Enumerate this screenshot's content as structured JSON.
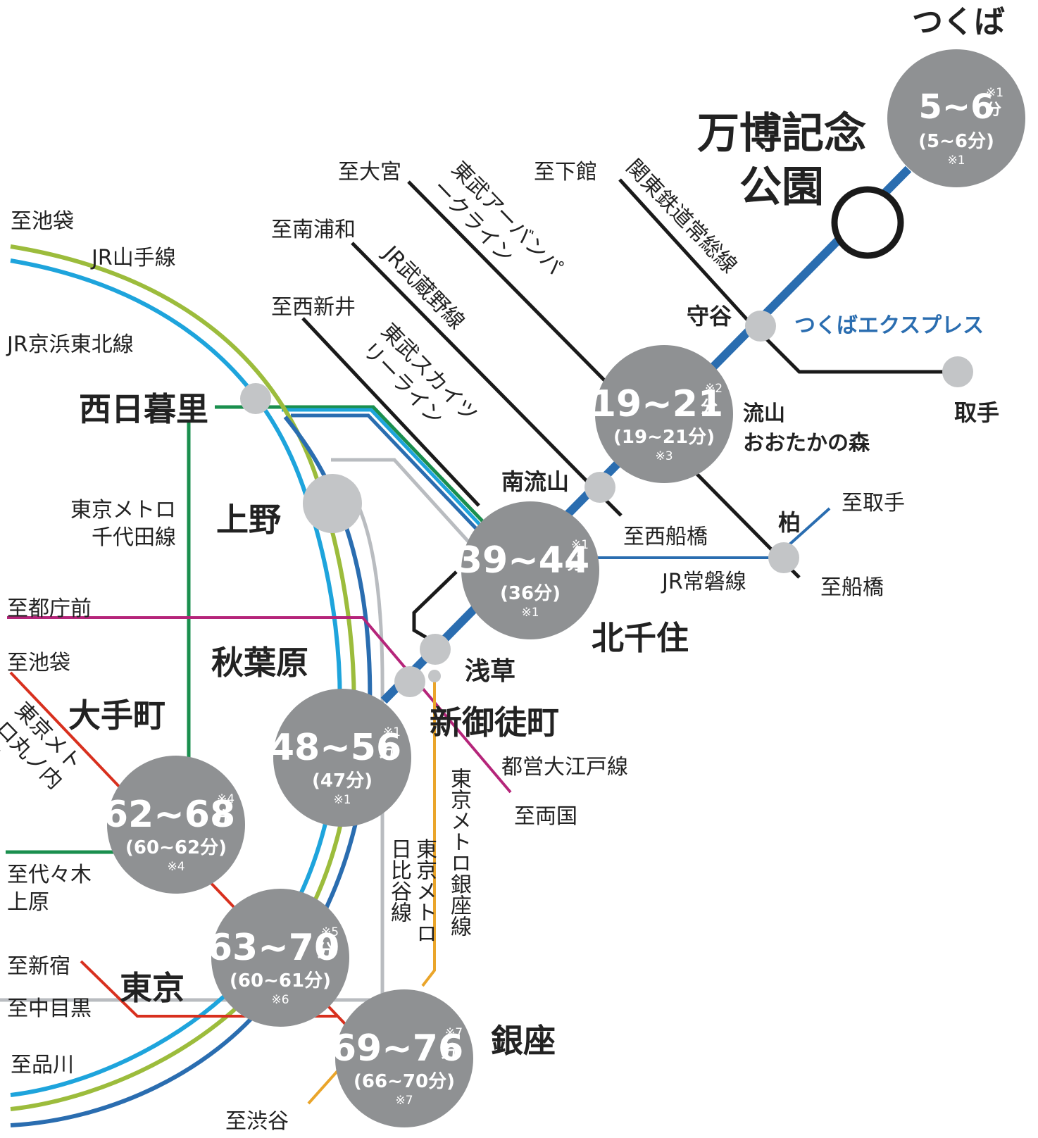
{
  "title": {
    "line1": "万博記念",
    "line2": "公園"
  },
  "tsukuba": {
    "name": "つくば",
    "time": "5~6",
    "unit": "分",
    "note_top": "※1",
    "alt": "(5~6分)",
    "note_bottom": "※1"
  },
  "lines": {
    "tx": "つくばエクスプレス",
    "kanto": "関東鉄道常総線",
    "tobu_urban": "東武アーバンパークライン",
    "musashino": "JR武蔵野線",
    "tobu_sky": "東武スカイツリーライン",
    "yamanote": "JR山手線",
    "keihin": "JR京浜東北線",
    "chiyoda": "東京メトロ千代田線",
    "joban": "JR常磐線",
    "oedo": "都営大江戸線",
    "marunouchi": "東京メトロ丸ノ内線",
    "hibiya": "東京メトロ日比谷線",
    "ginza": "東京メトロ銀座線"
  },
  "directions": {
    "omiya": "至大宮",
    "shimodate": "至下館",
    "minami_urawa": "至南浦和",
    "nishiarai": "至西新井",
    "ikebukuro_top": "至池袋",
    "toride_right": "至取手",
    "nishifunabashi": "至西船橋",
    "funabashi": "至船橋",
    "tochomae": "至都庁前",
    "ikebukuro_mid": "至池袋",
    "ryogoku": "至両国",
    "yoyogiuehara": "至代々木上原",
    "shinjuku": "至新宿",
    "nakameguro": "至中目黒",
    "shinagawa": "至品川",
    "shibuya": "至渋谷"
  },
  "stations": {
    "moriya": "守谷",
    "toride": "取手",
    "nagareyama_1": "流山",
    "nagareyama_2": "おおたかの森",
    "minami_nagareyama": "南流山",
    "kashiwa": "柏",
    "kitasenju": "北千住",
    "asakusa": "浅草",
    "shinokachimachi": "新御徒町",
    "nishinippori": "西日暮里",
    "ueno": "上野",
    "akihabara": "秋葉原",
    "otemachi": "大手町",
    "tokyo": "東京",
    "ginza": "銀座"
  },
  "times": {
    "nagareyama": {
      "time": "19~21",
      "unit": "分",
      "note_top": "※2",
      "alt": "(19~21分)",
      "note_bottom": "※3"
    },
    "kitasenju": {
      "time": "39~44",
      "unit": "分",
      "note_top": "※1",
      "alt": "(36分)",
      "note_bottom": "※1"
    },
    "shinokachimachi": {
      "time": "48~56",
      "unit": "分",
      "note_top": "※1",
      "alt": "(47分)",
      "note_bottom": "※1"
    },
    "otemachi": {
      "time": "62~68",
      "unit": "分",
      "note_top": "※4",
      "alt": "(60~62分)",
      "note_bottom": "※4"
    },
    "tokyo": {
      "time": "63~70",
      "unit": "分",
      "note_top": "※5",
      "alt": "(60~61分)",
      "note_bottom": "※6"
    },
    "ginza": {
      "time": "69~76",
      "unit": "分",
      "note_top": "※7",
      "alt": "(66~70分)",
      "note_bottom": "※7"
    }
  },
  "colors": {
    "tx": "#2a6db0",
    "yamanote": "#9cbc3c",
    "keihin": "#1ea4dc",
    "chiyoda": "#1a8f4e",
    "oedo": "#b5257a",
    "marunouchi": "#d8301e",
    "ginza": "#eaa52a",
    "hibiya": "#b9bcc0",
    "node": "#8f9193",
    "black": "#1a1a1a"
  }
}
